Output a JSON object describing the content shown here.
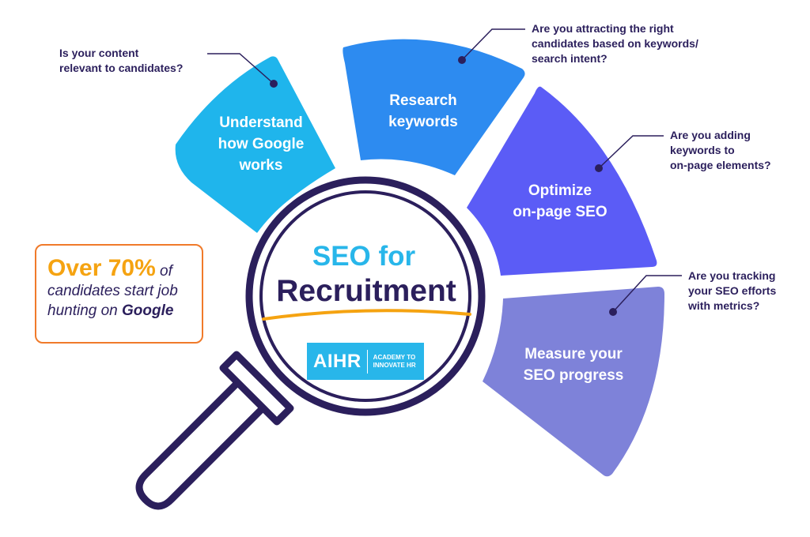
{
  "colors": {
    "segment_1": "#1fb5ec",
    "segment_2": "#2d8bf0",
    "segment_3": "#5b5cf6",
    "segment_4": "#7e82d9",
    "navy": "#2b1f5c",
    "orange_accent": "#f5a311",
    "orange_border": "#f07a2a",
    "brand_blue": "#28b6ea"
  },
  "segments": [
    {
      "label": "Understand\nhow Google\nworks",
      "question": "Is your content\nrelevant to candidates?"
    },
    {
      "label": "Research\nkeywords",
      "question": "Are you attracting the right\ncandidates based on keywords/\nsearch intent?"
    },
    {
      "label": "Optimize\non-page SEO",
      "question": "Are you adding\nkeywords to\non-page elements?"
    },
    {
      "label": "Measure your\nSEO progress",
      "question": "Are you tracking\nyour SEO efforts\nwith metrics?"
    }
  ],
  "center": {
    "title_line_1": "SEO for",
    "title_line_2": "Recruitment"
  },
  "logo": {
    "main": "AIHR",
    "sub": "ACADEMY TO\nINNOVATE HR"
  },
  "stat": {
    "highlight": "Over 70%",
    "text_1": " of",
    "text_2": "candidates start job",
    "text_3": "hunting on ",
    "text_4": "Google"
  }
}
